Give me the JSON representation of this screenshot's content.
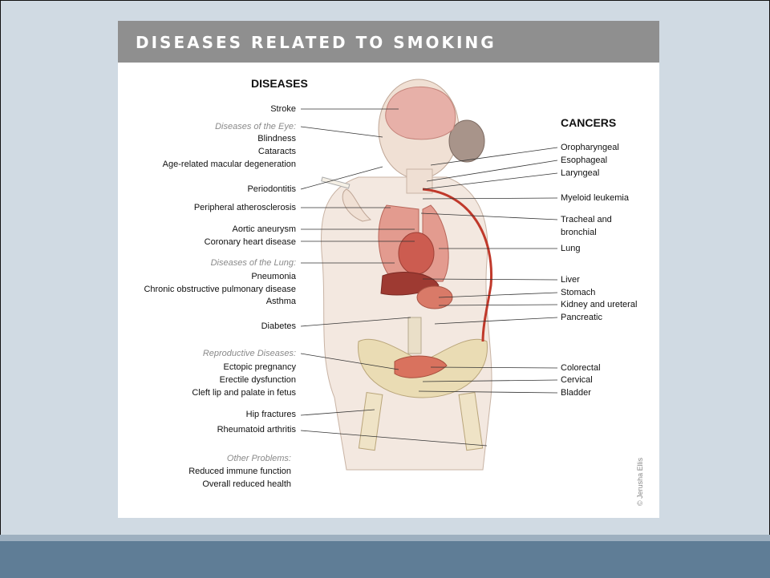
{
  "title": "DISEASES RELATED TO SMOKING",
  "diseases_heading": "DISEASES",
  "cancers_heading": "CANCERS",
  "diseases": {
    "stroke": "Stroke",
    "eye_category": "Diseases of the Eye:",
    "blindness": "Blindness",
    "cataracts": "Cataracts",
    "amd": "Age-related macular degeneration",
    "periodontitis": "Periodontitis",
    "peripheral": "Peripheral atherosclerosis",
    "aortic": "Aortic aneurysm",
    "coronary": "Coronary heart disease",
    "lung_category": "Diseases of the Lung:",
    "pneumonia": "Pneumonia",
    "copd": "Chronic obstructive pulmonary disease",
    "asthma": "Asthma",
    "diabetes": "Diabetes",
    "repro_category": "Reproductive Diseases:",
    "ectopic": "Ectopic pregnancy",
    "erectile": "Erectile dysfunction",
    "cleft": "Cleft lip and palate in fetus",
    "hip": "Hip fractures",
    "rheumatoid": "Rheumatoid arthritis",
    "other_category": "Other Problems:",
    "immune": "Reduced immune function",
    "overall": "Overall reduced health"
  },
  "cancers": {
    "oropharyngeal": "Oropharyngeal",
    "esophageal": "Esophageal",
    "laryngeal": "Laryngeal",
    "myeloid": "Myeloid leukemia",
    "tracheal_1": "Tracheal and",
    "tracheal_2": "bronchial",
    "lung": "Lung",
    "liver": "Liver",
    "stomach": "Stomach",
    "kidney": "Kidney and ureteral",
    "pancreatic": "Pancreatic",
    "colorectal": "Colorectal",
    "cervical": "Cervical",
    "bladder": "Bladder"
  },
  "credit": "© Jerusha Ellis",
  "colors": {
    "slide_bg": "#d0dae3",
    "title_bar": "#8f8f8f",
    "footer_bar": "#5f7d96",
    "organ_red": "#c9574a",
    "skin": "#eedfd4"
  }
}
